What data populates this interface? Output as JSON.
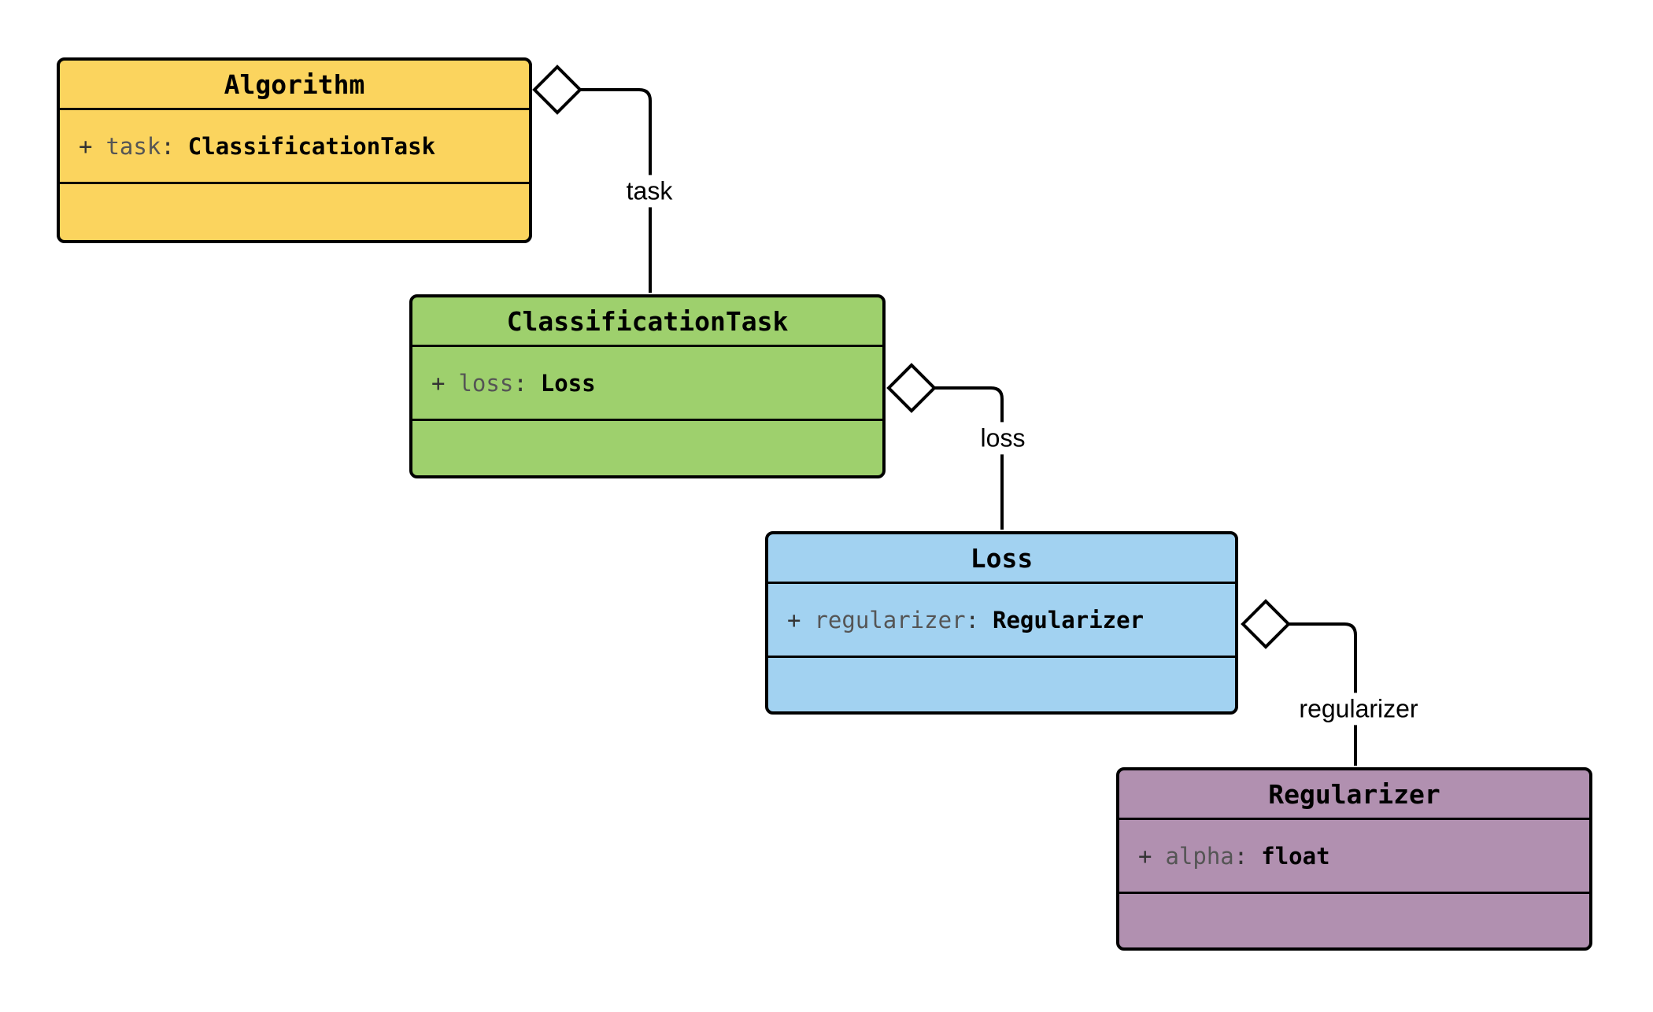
{
  "diagram": {
    "kind": "uml-class-diagram",
    "background": "#ffffff",
    "line_color": "#000000",
    "diamond_fill": "#ffffff",
    "classes": [
      {
        "name": "Algorithm",
        "fill": "#fbd45e",
        "attributes": [
          {
            "visibility": "+",
            "name": "task",
            "separator": ":",
            "type": "ClassificationTask"
          }
        ]
      },
      {
        "name": "ClassificationTask",
        "fill": "#9ed06d",
        "attributes": [
          {
            "visibility": "+",
            "name": "loss",
            "separator": ":",
            "type": "Loss"
          }
        ]
      },
      {
        "name": "Loss",
        "fill": "#a2d2f1",
        "attributes": [
          {
            "visibility": "+",
            "name": "regularizer",
            "separator": ":",
            "type": "Regularizer"
          }
        ]
      },
      {
        "name": "Regularizer",
        "fill": "#b190b0",
        "attributes": [
          {
            "visibility": "+",
            "name": "alpha",
            "separator": ":",
            "type": "float"
          }
        ]
      }
    ],
    "relations": [
      {
        "label": "task",
        "kind": "aggregation",
        "from": "Algorithm",
        "to": "ClassificationTask"
      },
      {
        "label": "loss",
        "kind": "aggregation",
        "from": "ClassificationTask",
        "to": "Loss"
      },
      {
        "label": "regularizer",
        "kind": "aggregation",
        "from": "Loss",
        "to": "Regularizer"
      }
    ]
  }
}
